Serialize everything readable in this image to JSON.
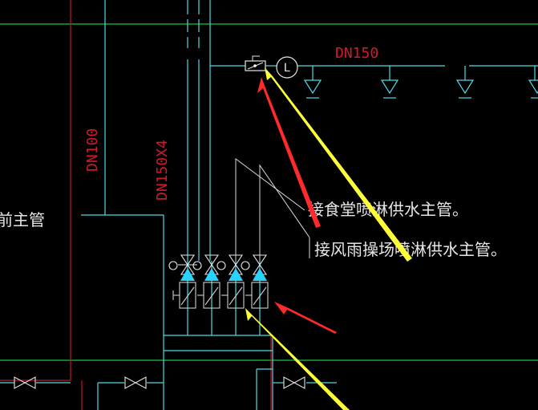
{
  "colors": {
    "background": "#000000",
    "pipe": "#4fd8e6",
    "grid_line": "#1fbf3f",
    "dim_red": "#c8102e",
    "label_red": "#d0192c",
    "text_white": "#e6e6e6",
    "valve_fill": "#27d3ff",
    "arrow_red": "#ff2a2a",
    "arrow_yellow": "#ffff3a",
    "leader_white": "#d8d8d8",
    "valve_white": "#cfcfcf"
  },
  "labels": {
    "dn150": "DN150",
    "dn100": "DN100",
    "dn150x4": "DN150X4",
    "gauge_letter": "L",
    "canteen_main": "接食堂喷淋供水主管。",
    "rain_field_main": "接风雨操场喷淋供水主管。",
    "left_partial": "前主管"
  },
  "icons": {
    "sprinkler": "sprinkler-head-icon",
    "gate_valve": "butterfly-valve-icon",
    "alarm_valve": "alarm-valve-icon",
    "flow_indicator": "flow-indicator-icon",
    "arrow": "arrow-icon"
  }
}
